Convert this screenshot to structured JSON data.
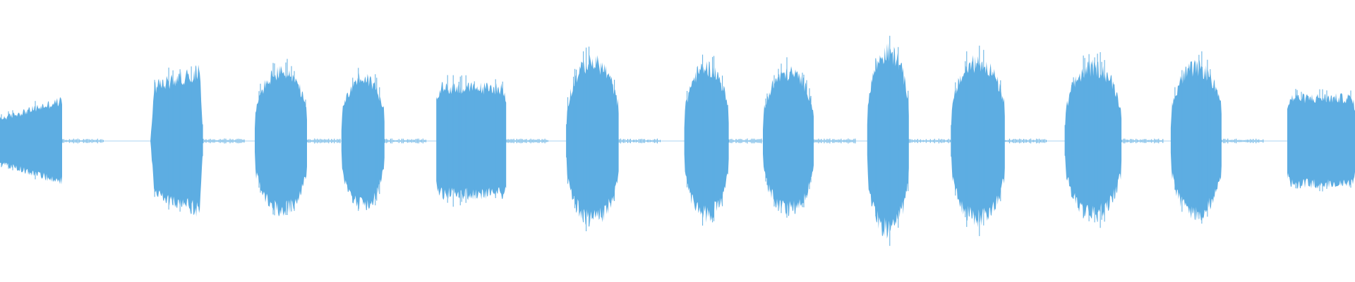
{
  "waveform": {
    "color": "#5dade2",
    "background": "#ffffff",
    "segments": [
      {
        "start": 0.0,
        "end": 0.046,
        "amplitude": 0.16,
        "shape": "rise"
      },
      {
        "start": 0.111,
        "end": 0.15,
        "amplitude": 0.28,
        "shape": "late-peak"
      },
      {
        "start": 0.188,
        "end": 0.227,
        "amplitude": 0.27,
        "shape": "bell"
      },
      {
        "start": 0.252,
        "end": 0.284,
        "amplitude": 0.25,
        "shape": "bell"
      },
      {
        "start": 0.322,
        "end": 0.374,
        "amplitude": 0.21,
        "shape": "flat"
      },
      {
        "start": 0.418,
        "end": 0.457,
        "amplitude": 0.31,
        "shape": "bell"
      },
      {
        "start": 0.505,
        "end": 0.538,
        "amplitude": 0.29,
        "shape": "bell"
      },
      {
        "start": 0.563,
        "end": 0.601,
        "amplitude": 0.27,
        "shape": "bell"
      },
      {
        "start": 0.64,
        "end": 0.671,
        "amplitude": 0.35,
        "shape": "bell"
      },
      {
        "start": 0.702,
        "end": 0.742,
        "amplitude": 0.31,
        "shape": "bell"
      },
      {
        "start": 0.786,
        "end": 0.828,
        "amplitude": 0.29,
        "shape": "bell"
      },
      {
        "start": 0.864,
        "end": 0.902,
        "amplitude": 0.29,
        "shape": "bell"
      },
      {
        "start": 0.95,
        "end": 1.0,
        "amplitude": 0.17,
        "shape": "flat"
      }
    ]
  }
}
